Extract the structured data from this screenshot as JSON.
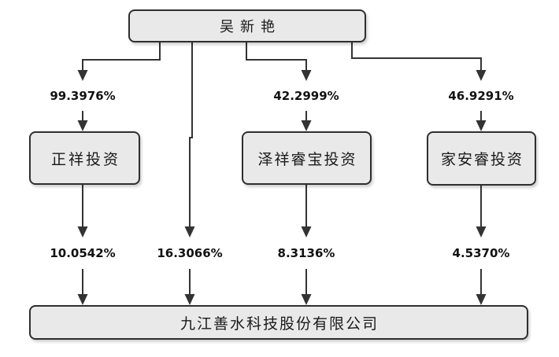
{
  "nodes": {
    "top": "吴新艳",
    "mid1": "正祥投资",
    "mid2": "泽祥睿宝投资",
    "mid3": "家安睿投资",
    "bottom": "九江善水科技股份有限公司"
  },
  "ownership": {
    "top_to_mid1": "99.3976%",
    "top_to_mid2": "42.2999%",
    "top_to_mid3": "46.9291%",
    "mid1_to_bottom": "10.0542%",
    "top_to_bottom": "16.3066%",
    "mid2_to_bottom": "8.3136%",
    "mid3_to_bottom": "4.5370%"
  },
  "colors": {
    "background": "#ffffff",
    "box_fill": "#e9e9e9",
    "box_border": "#2f2f2f",
    "connector": "#333333",
    "text": "#1a1a1a"
  }
}
